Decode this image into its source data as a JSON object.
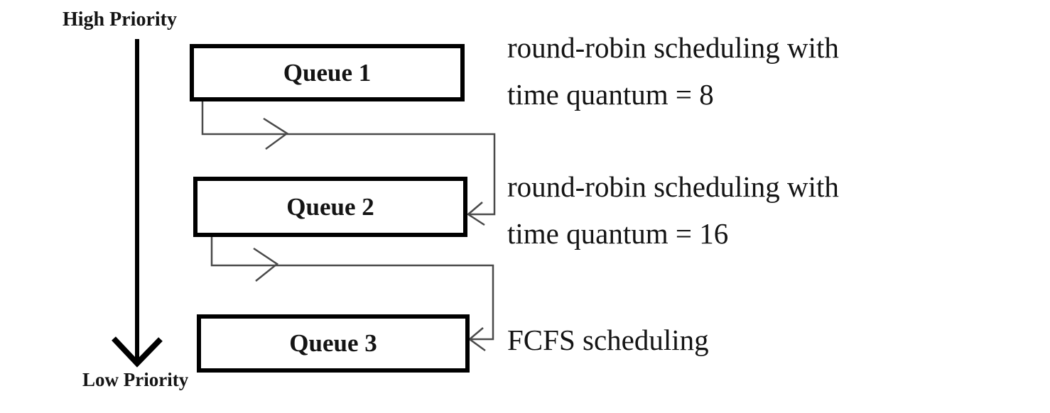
{
  "priority_axis": {
    "high_label": "High Priority",
    "low_label": "Low Priority"
  },
  "queues": [
    {
      "label": "Queue 1",
      "annotation_lines": [
        "round-robin scheduling with",
        "time quantum = 8"
      ]
    },
    {
      "label": "Queue 2",
      "annotation_lines": [
        "round-robin scheduling with",
        "time quantum = 16"
      ]
    },
    {
      "label": "Queue 3",
      "annotation_lines": [
        "FCFS scheduling"
      ]
    }
  ],
  "colors": {
    "background": "#ffffff",
    "box_border": "#000000",
    "text": "#141414",
    "connector": "#4a4a4a"
  }
}
